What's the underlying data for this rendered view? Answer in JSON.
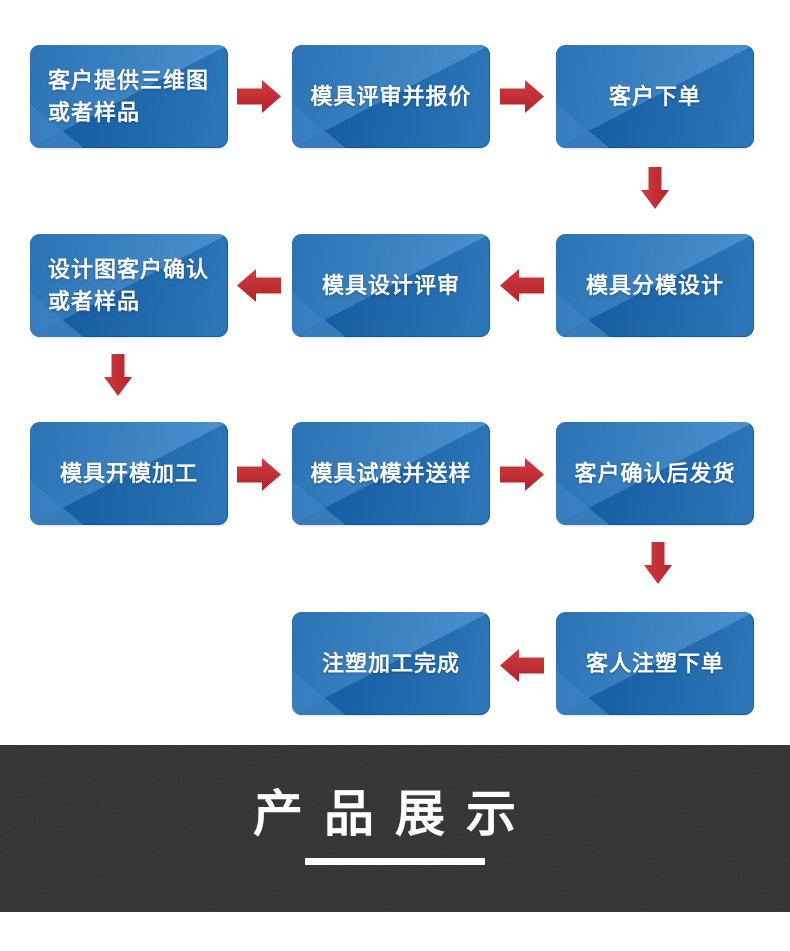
{
  "flow": {
    "steps": [
      {
        "label": "客户提供三维图\n或者样品"
      },
      {
        "label": "模具评审并报价"
      },
      {
        "label": "客户下单"
      },
      {
        "label": "设计图客户确认\n或者样品"
      },
      {
        "label": "模具设计评审"
      },
      {
        "label": "模具分模设计"
      },
      {
        "label": "模具开模加工"
      },
      {
        "label": "模具试模并送样"
      },
      {
        "label": "客户确认后发货"
      },
      {
        "label": "注塑加工完成"
      },
      {
        "label": "客人注塑下单"
      }
    ],
    "arrows": [
      {
        "direction": "right",
        "from": "客户提供三维图或者样品",
        "to": "模具评审并报价"
      },
      {
        "direction": "right",
        "from": "模具评审并报价",
        "to": "客户下单"
      },
      {
        "direction": "down",
        "from": "客户下单",
        "to": "模具分模设计"
      },
      {
        "direction": "left",
        "from": "模具分模设计",
        "to": "模具设计评审"
      },
      {
        "direction": "left",
        "from": "模具设计评审",
        "to": "设计图客户确认或者样品"
      },
      {
        "direction": "down",
        "from": "设计图客户确认或者样品",
        "to": "模具开模加工"
      },
      {
        "direction": "right",
        "from": "模具开模加工",
        "to": "模具试模并送样"
      },
      {
        "direction": "right",
        "from": "模具试模并送样",
        "to": "客户确认后发货"
      },
      {
        "direction": "down",
        "from": "客户确认后发货",
        "to": "客人注塑下单"
      },
      {
        "direction": "left",
        "from": "客人注塑下单",
        "to": "注塑加工完成"
      }
    ]
  },
  "banner": {
    "title": "产品展示"
  },
  "colors": {
    "box_blue_dark": "#0f569b",
    "box_blue_base": "#2d77b8",
    "box_blue_light": "#4f93d0",
    "arrow_red": "#c5272d",
    "banner_background": "#333333",
    "banner_text": "#ffffff"
  }
}
